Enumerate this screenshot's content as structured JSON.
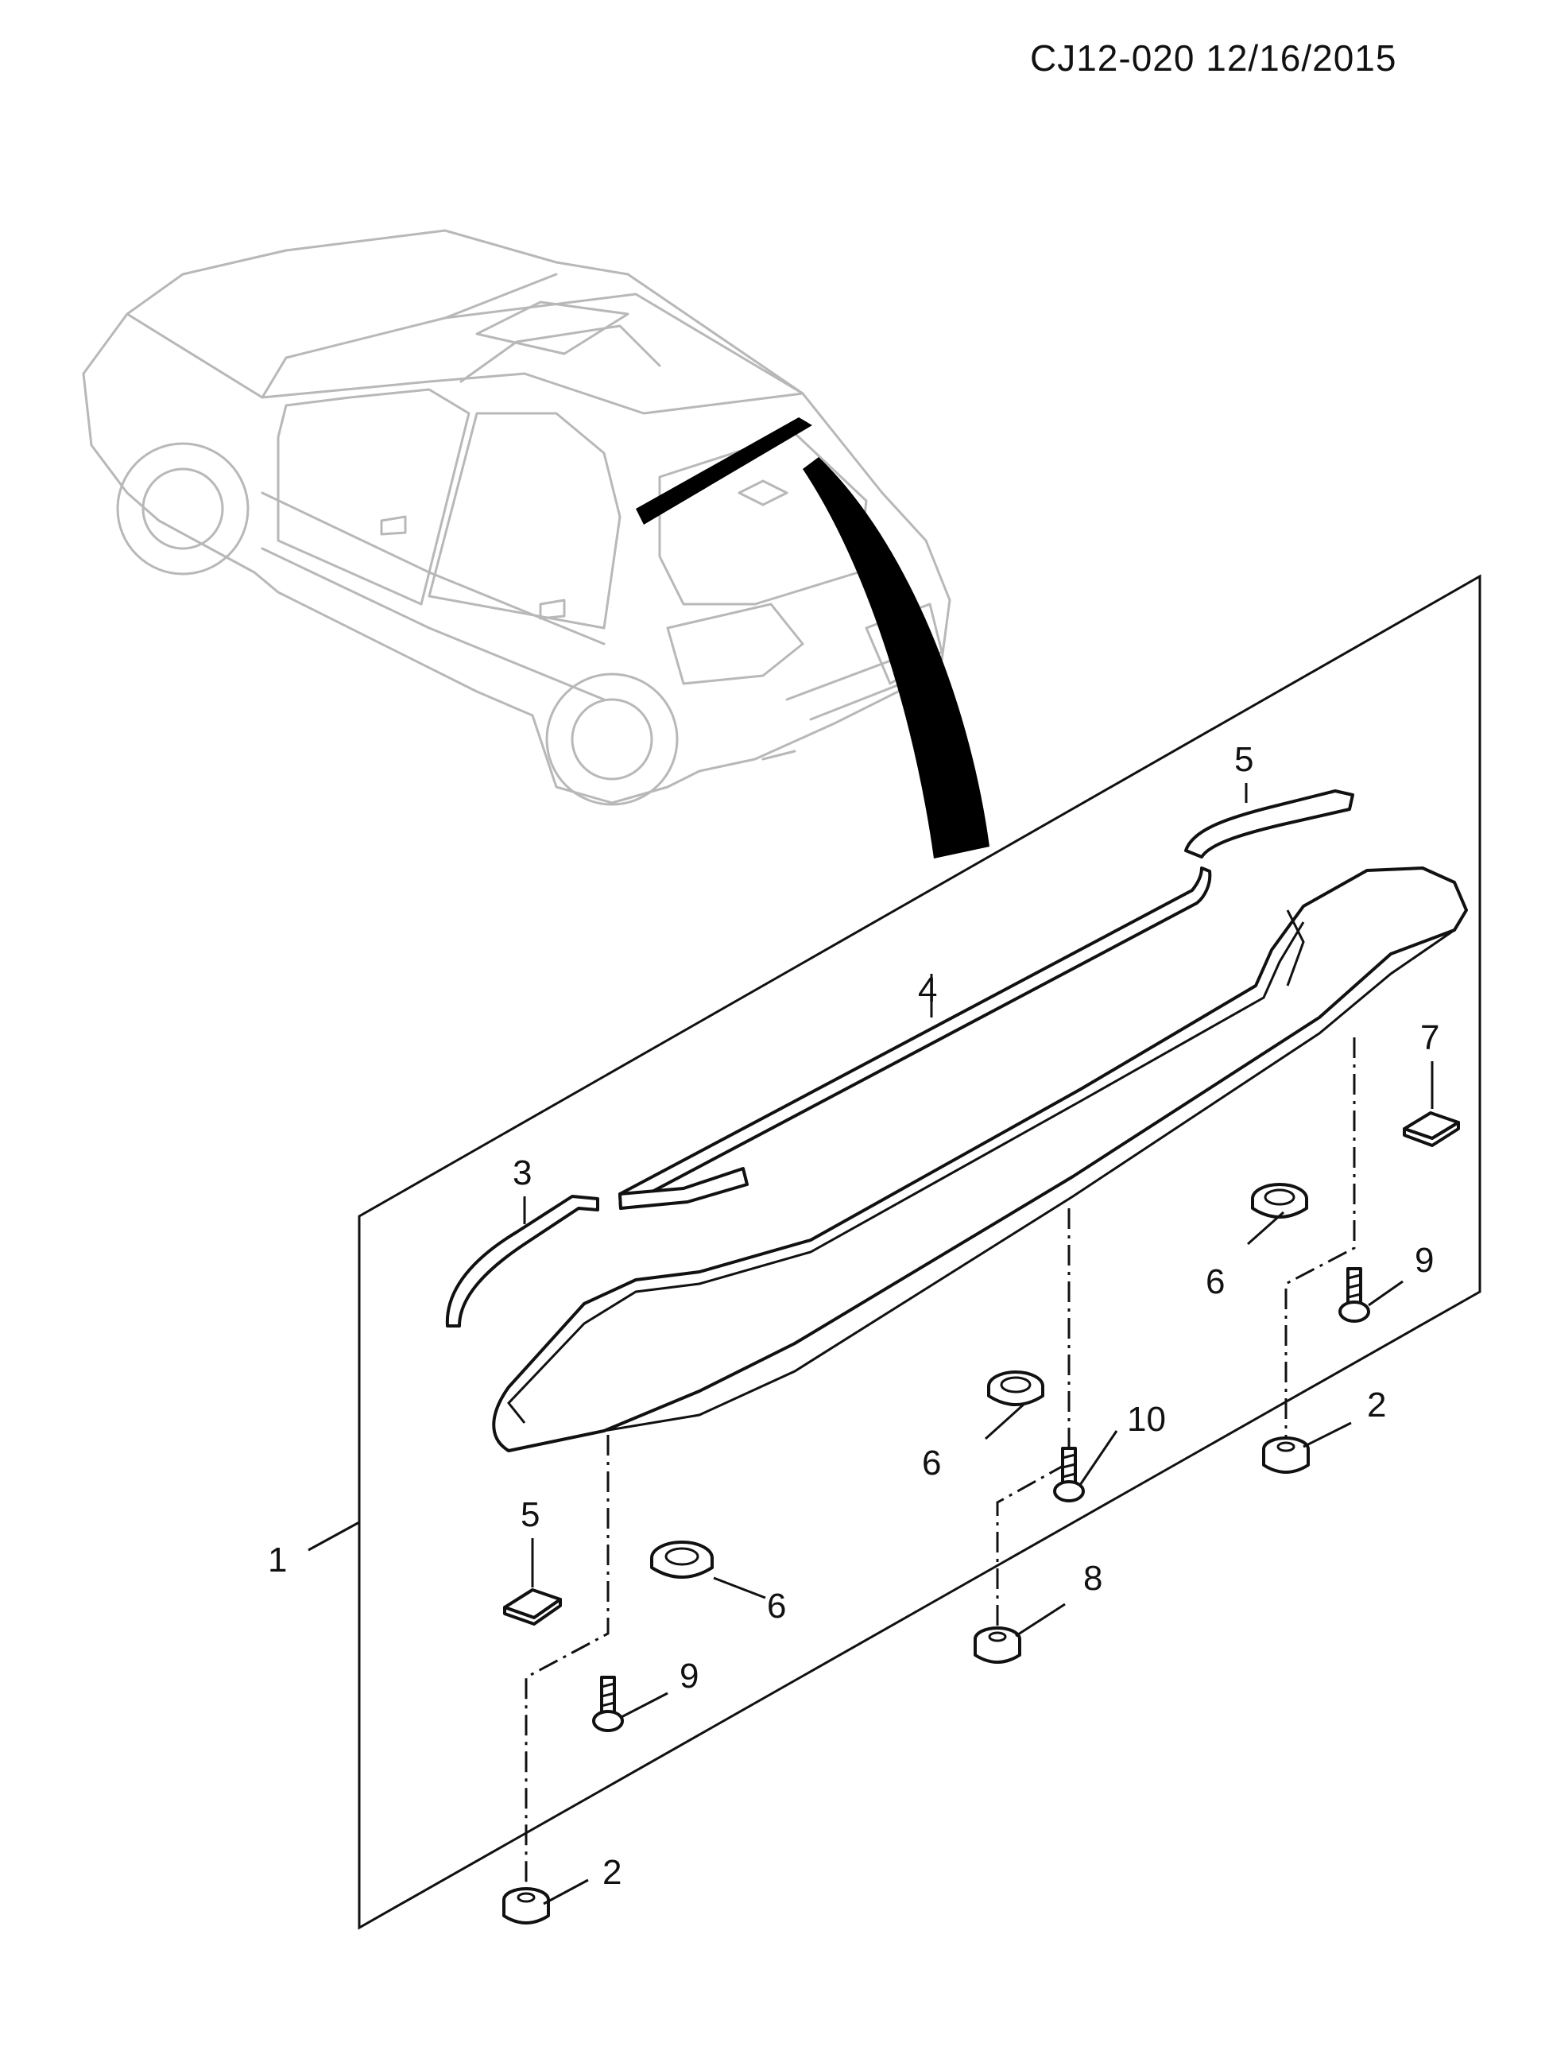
{
  "header": {
    "code": "CJ12-020  12/16/2015"
  },
  "callouts": [
    {
      "id": "c1",
      "label": "1"
    },
    {
      "id": "c2a",
      "label": "2"
    },
    {
      "id": "c2b",
      "label": "2"
    },
    {
      "id": "c3",
      "label": "3"
    },
    {
      "id": "c4",
      "label": "4"
    },
    {
      "id": "c5a",
      "label": "5"
    },
    {
      "id": "c5b",
      "label": "5"
    },
    {
      "id": "c6a",
      "label": "6"
    },
    {
      "id": "c6b",
      "label": "6"
    },
    {
      "id": "c6c",
      "label": "6"
    },
    {
      "id": "c7",
      "label": "7"
    },
    {
      "id": "c8",
      "label": "8"
    },
    {
      "id": "c9a",
      "label": "9"
    },
    {
      "id": "c9b",
      "label": "9"
    },
    {
      "id": "c10",
      "label": "10"
    }
  ]
}
